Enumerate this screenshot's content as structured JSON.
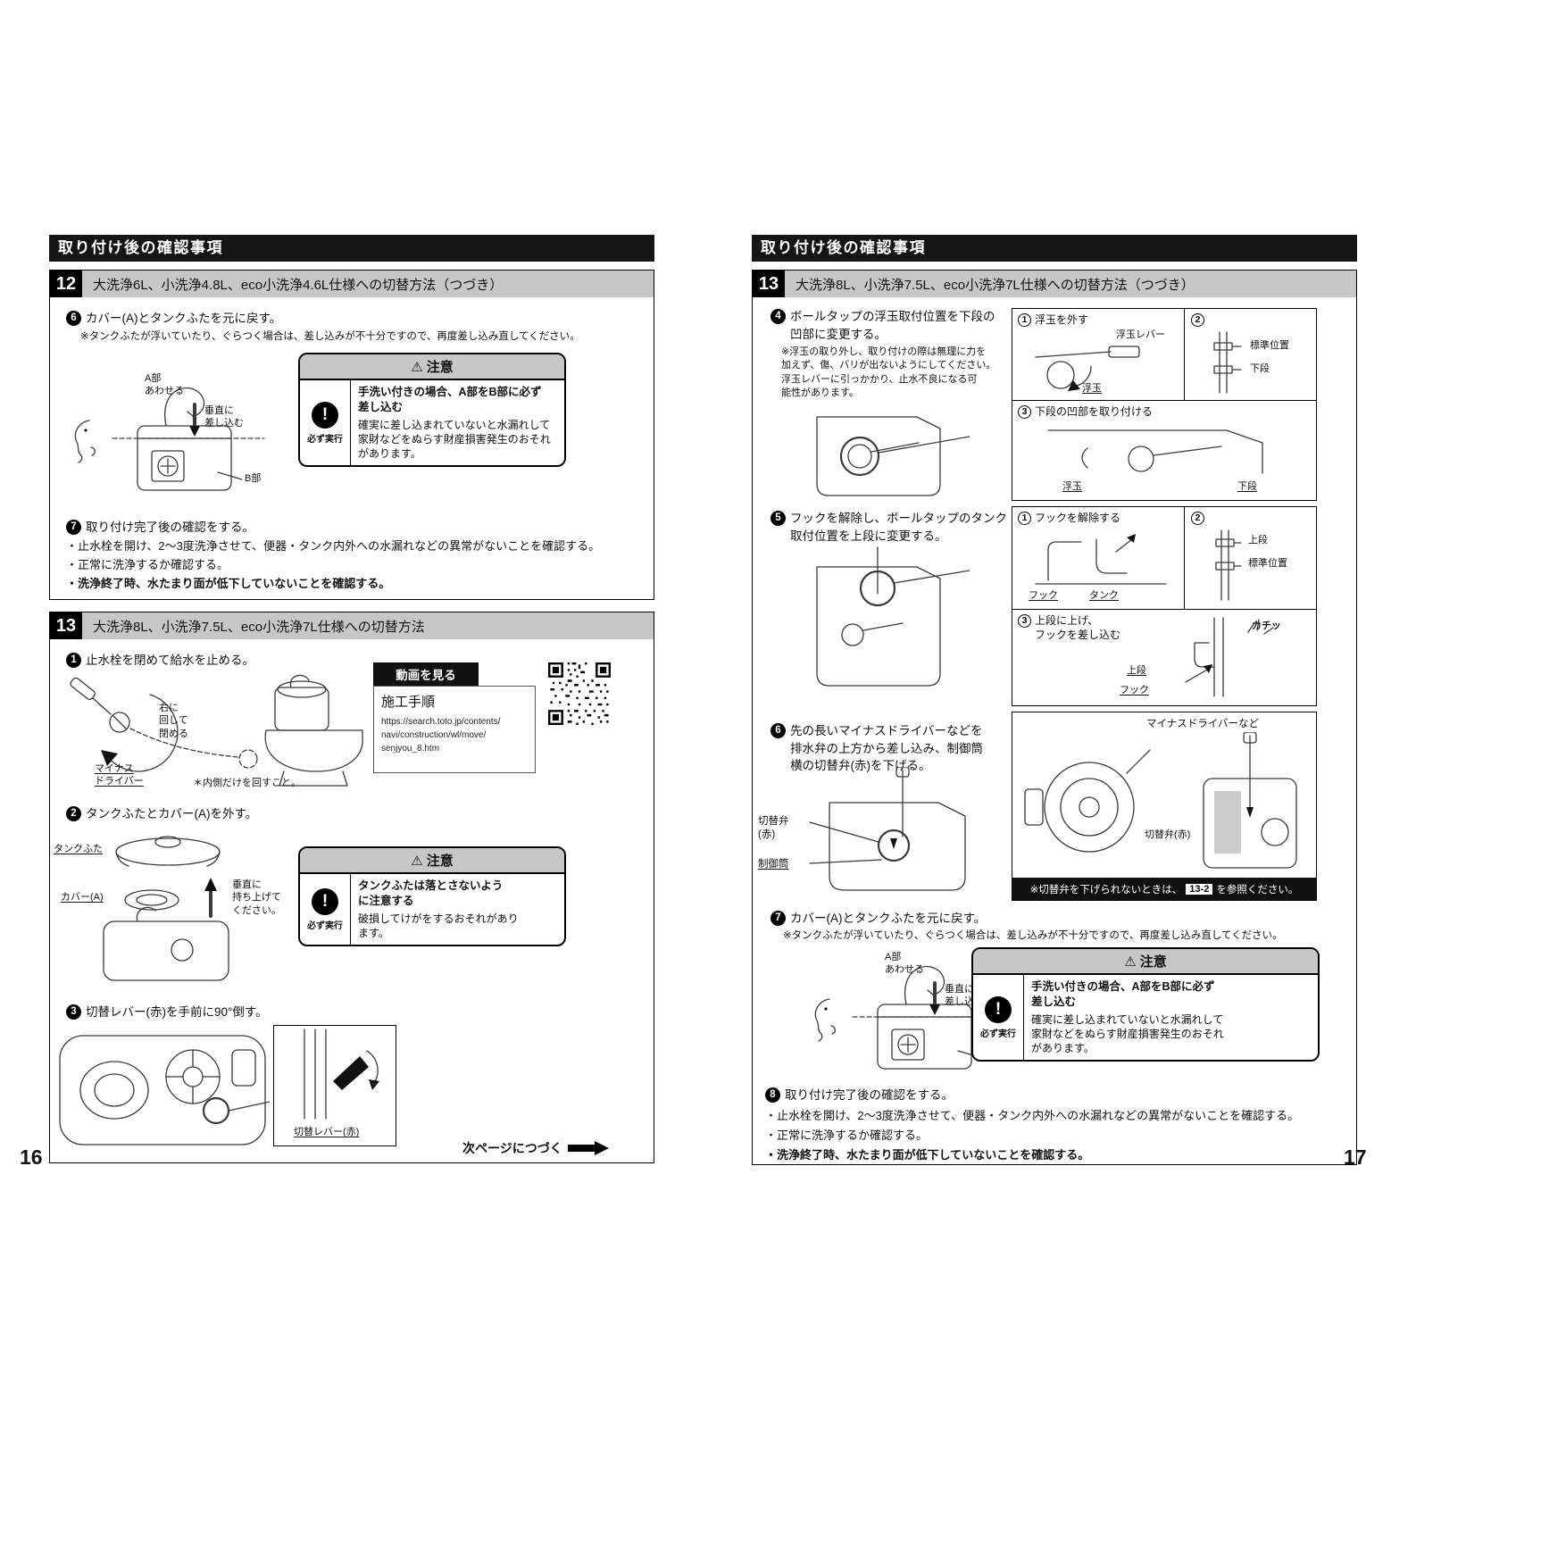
{
  "icons": {
    "warning": "⚠",
    "must": "!"
  },
  "shared": {
    "insert_caution": {
      "header": "注意",
      "heading": "手洗い付きの場合、A部をB部に必ず\n差し込む",
      "body": "確実に差し込まれていないと水漏れして\n家財などをぬらす財産損害発生のおそれ\nがあります。",
      "must": "必ず実行"
    },
    "insert_labels": {
      "a": "A部\nあわせる",
      "vertical": "垂直に\n差し込む",
      "b": "B部"
    }
  },
  "left": {
    "page_no": "16",
    "banner": "取り付け後の確認事項",
    "s12": {
      "num": "12",
      "title": "大洗浄6L、小洗浄4.8L、eco小洗浄4.6L仕様への切替方法（つづき）",
      "step6": {
        "n": "6",
        "t": "カバー(A)とタンクふたを元に戻す。"
      },
      "step6_note": "※タンクふたが浮いていたり、ぐらつく場合は、差し込みが不十分ですので、再度差し込み直してください。",
      "step7": {
        "n": "7",
        "t": "取り付け完了後の確認をする。"
      },
      "bullets": [
        "・止水栓を開け、2〜3度洗浄させて、便器・タンク内外への水漏れなどの異常がないことを確認する。",
        "・正常に洗浄するか確認する。",
        "・洗浄終了時、水たまり面が低下していないことを確認する。"
      ]
    },
    "s13": {
      "num": "13",
      "title": "大洗浄8L、小洗浄7.5L、eco小洗浄7L仕様への切替方法",
      "step1": {
        "n": "1",
        "t": "止水栓を閉めて給水を止める。"
      },
      "rotate_label": "右に\n回して\n閉める",
      "driver_label": "マイナス\nドライバー",
      "inner_note": "＊内側だけを回すこと。",
      "video": {
        "badge": "動画を見る",
        "title": "施工手順",
        "url": "https://search.toto.jp/contents/\nnavi/construction/wl/move/\nsenjyou_8.htm"
      },
      "step2": {
        "n": "2",
        "t": "タンクふたとカバー(A)を外す。"
      },
      "lid_label": "タンクふた",
      "cover_label": "カバー(A)",
      "lift_label": "垂直に\n持ち上げて\nください。",
      "lid_caution": {
        "header": "注意",
        "heading": "タンクふたは落とさないよう\nに注意する",
        "body": "破損してけがをするおそれがあり\nます。",
        "must": "必ず実行"
      },
      "step3": {
        "n": "3",
        "t": "切替レバー(赤)を手前に90°倒す。"
      },
      "lever_label": "切替レバー(赤)",
      "next": "次ページにつづく"
    }
  },
  "right": {
    "page_no": "17",
    "banner": "取り付け後の確認事項",
    "s13": {
      "num": "13",
      "title": "大洗浄8L、小洗浄7.5L、eco小洗浄7L仕様への切替方法（つづき）",
      "step4": {
        "n": "4",
        "t": "ボールタップの浮玉取付位置を下段の\n凹部に変更する。"
      },
      "step4_note": "※浮玉の取り外し、取り付けの際は無理に力を\n加えず、傷、バリが出ないようにしてください。\n浮玉レバーに引っかかり、止水不良になる可\n能性があります。",
      "p4": {
        "c1": {
          "n": "1",
          "t": "浮玉を外す"
        },
        "lever": "浮玉レバー",
        "ball1": "浮玉",
        "c2": {
          "n": "2",
          "t": ""
        },
        "std": "標準位置",
        "low1": "下段",
        "c3": {
          "n": "3",
          "t": "下段の凹部を取り付ける"
        },
        "ball2": "浮玉",
        "low2": "下段"
      },
      "step5": {
        "n": "5",
        "t": "フックを解除し、ボールタップのタンク\n取付位置を上段に変更する。"
      },
      "p5": {
        "c1": {
          "n": "1",
          "t": "フックを解除する"
        },
        "hook1": "フック",
        "tank": "タンク",
        "c2": {
          "n": "2",
          "t": ""
        },
        "up1": "上段",
        "std": "標準位置",
        "c3": {
          "n": "3",
          "t": "上段に上げ、\nフックを差し込む"
        },
        "click": "カチッ",
        "up2": "上段",
        "hook2": "フック"
      },
      "step6": {
        "n": "6",
        "t": "先の長いマイナスドライバーなどを\n排水弁の上方から差し込み、制御筒\n横の切替弁(赤)を下げる。"
      },
      "valve_side": "切替弁\n(赤)",
      "tube_side": "制御筒",
      "p6": {
        "driver": "マイナスドライバーなど",
        "valve": "切替弁(赤)",
        "note_pre": "※切替弁を下げられないときは、",
        "note_ref": "13-2",
        "note_post": "を参照ください。"
      },
      "step7": {
        "n": "7",
        "t": "カバー(A)とタンクふたを元に戻す。"
      },
      "step7_note": "※タンクふたが浮いていたり、ぐらつく場合は、差し込みが不十分ですので、再度差し込み直してください。",
      "step8": {
        "n": "8",
        "t": "取り付け完了後の確認をする。"
      },
      "bullets": [
        "・止水栓を開け、2〜3度洗浄させて、便器・タンク内外への水漏れなどの異常がないことを確認する。",
        "・正常に洗浄するか確認する。",
        "・洗浄終了時、水たまり面が低下していないことを確認する。"
      ]
    }
  }
}
